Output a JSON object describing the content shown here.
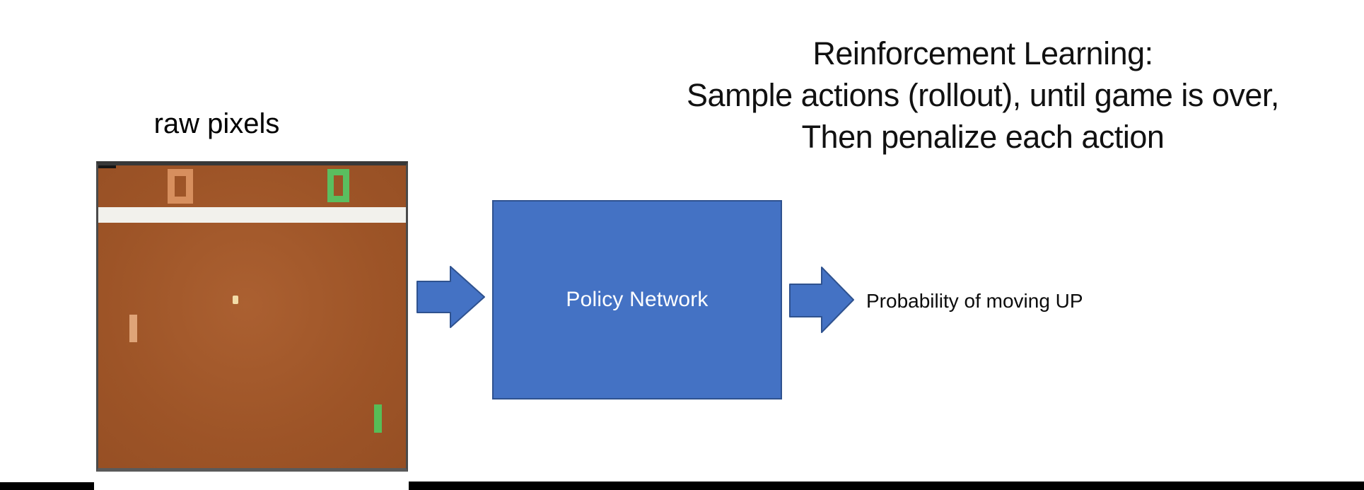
{
  "title": {
    "line1": "Reinforcement Learning:",
    "line2": "Sample actions (rollout), until game is over,",
    "line3": "Then penalize each action"
  },
  "pong": {
    "label": "raw pixels",
    "left_score": "0",
    "right_score": "0"
  },
  "policy_box": {
    "label": "Policy Network"
  },
  "output": {
    "label": "Probability of moving UP"
  },
  "icons": {
    "input_arrow": "arrow-right-icon",
    "output_arrow": "arrow-right-icon"
  },
  "colors": {
    "policy_box_fill": "#4472C4",
    "policy_box_border": "#2F528F",
    "arrow_fill": "#4472C4",
    "arrow_border": "#2F528F",
    "field_brown": "#9D5427",
    "screen_border": "#4A4A4A",
    "center_line_white": "#F2F1EC",
    "score_orange": "#D78F5E",
    "paddle_orange": "#DFA478",
    "score_green": "#5ABE5F",
    "paddle_green": "#57BD57",
    "ball_cream": "#F2DCA8",
    "bottom_bars": "#000000",
    "title_text": "#111111"
  }
}
